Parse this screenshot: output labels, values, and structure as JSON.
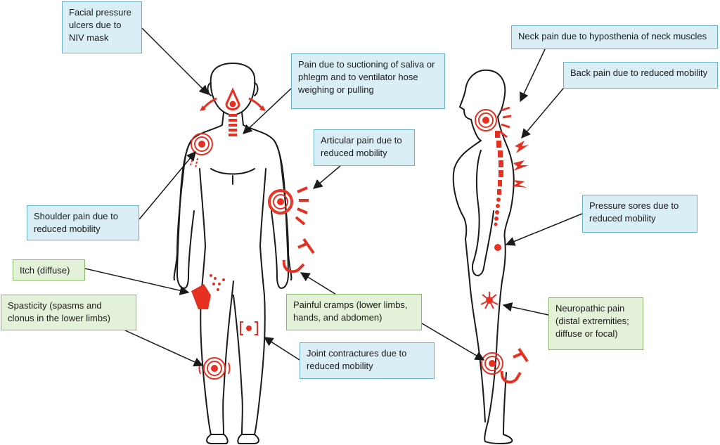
{
  "colors": {
    "accent_red": "#e53022",
    "outline": "#1a1a1a",
    "blue_box": "#daeef6",
    "green_box": "#e3f1d9"
  },
  "labels": {
    "facial": "Facial pressure ulcers due to NIV mask",
    "suction": "Pain due to suctioning of saliva or phlegm and to ventilator hose weighing or pulling",
    "articular": "Articular pain due to reduced mobility",
    "shoulder": "Shoulder pain due to reduced mobility",
    "itch": "Itch (diffuse)",
    "spasticity": "Spasticity (spasms and clonus in the lower limbs)",
    "cramps": "Painful cramps (lower limbs, hands, and abdomen)",
    "contractures": "Joint contractures due to reduced mobility",
    "neck": "Neck pain due to hyposthenia of neck muscles",
    "back": "Back pain due to reduced mobility",
    "pressure": "Pressure sores due to reduced mobility",
    "neuropathic": "Neuropathic pain (distal extremities; diffuse or focal)"
  }
}
